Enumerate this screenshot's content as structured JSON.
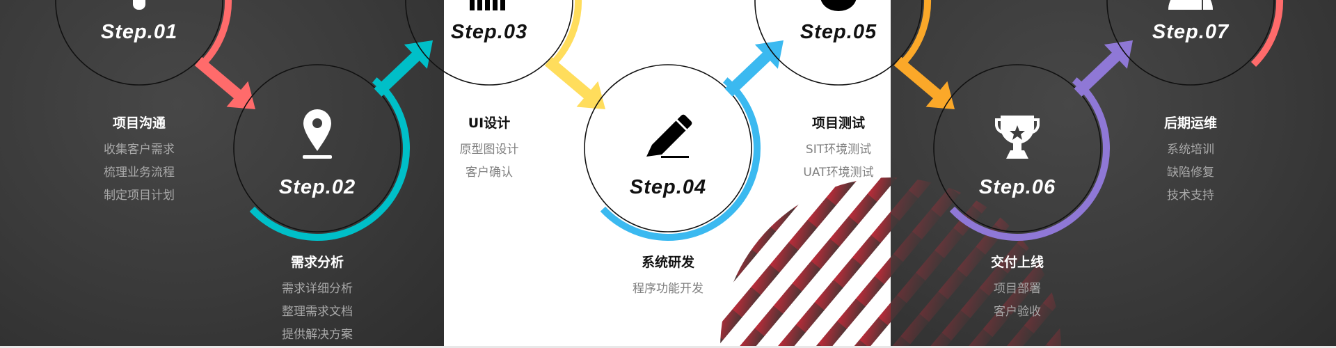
{
  "steps": [
    {
      "label": "Step.01",
      "title": "项目沟通",
      "lines": [
        "收集客户需求",
        "梳理业务流程",
        "制定项目计划"
      ],
      "color": "#ff6b6b",
      "icon": "lightbulb-icon"
    },
    {
      "label": "Step.02",
      "title": "需求分析",
      "lines": [
        "需求详细分析",
        "整理需求文档",
        "提供解决方案"
      ],
      "color": "#00bfc8",
      "icon": "location-pin-icon"
    },
    {
      "label": "Step.03",
      "title": "UI设计",
      "lines": [
        "原型图设计",
        "客户确认"
      ],
      "color": "#ffdd5c",
      "icon": "bar-chart-icon"
    },
    {
      "label": "Step.04",
      "title": "系统研发",
      "lines": [
        "程序功能开发"
      ],
      "color": "#3bb9f0",
      "icon": "pencil-icon"
    },
    {
      "label": "Step.05",
      "title": "项目测试",
      "lines": [
        "SIT环境测试",
        "UAT环境测试"
      ],
      "color": "#fba829",
      "icon": "circle-icon"
    },
    {
      "label": "Step.06",
      "title": "交付上线",
      "lines": [
        "项目部署",
        "客户验收"
      ],
      "color": "#8f78d6",
      "icon": "trophy-icon"
    },
    {
      "label": "Step.07",
      "title": "后期运维",
      "lines": [
        "系统培训",
        "缺陷修复",
        "技术支持"
      ],
      "color": "#ff6b6b",
      "icon": "user-icon"
    }
  ]
}
